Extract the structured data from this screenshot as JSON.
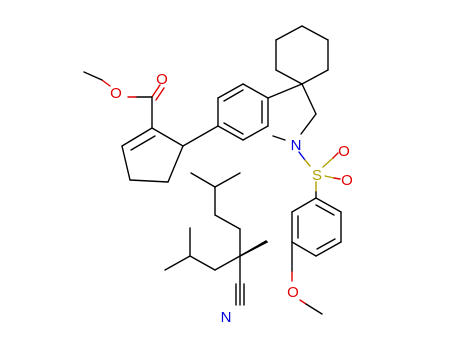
{
  "molecule": {
    "atoms": {
      "o_ester_carbonyl": "O",
      "o_ester_ether": "O",
      "n_indoline": "N",
      "s_sulfonyl": "S",
      "o_sulfonyl_upper": "O",
      "o_sulfonyl_lower": "O",
      "o_methoxy": "O",
      "n_nitrile": "N"
    },
    "colors": {
      "carbon": "#000000",
      "oxygen": "#e00000",
      "nitrogen": "#0000e0",
      "sulfur": "#b0a000"
    }
  }
}
